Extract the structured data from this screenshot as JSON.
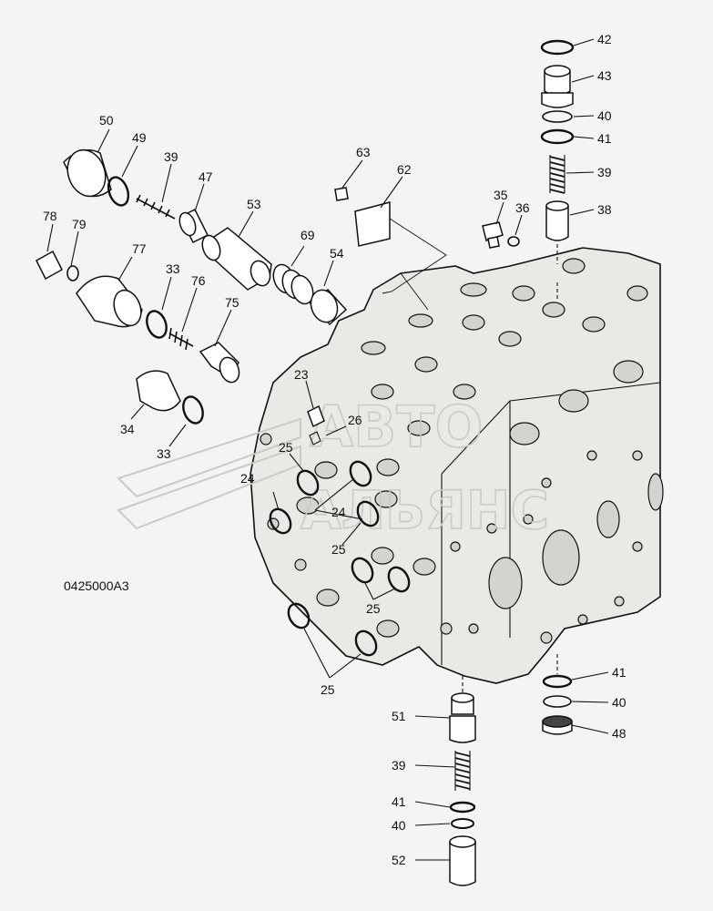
{
  "drawing_code": "0425000A3",
  "watermark": {
    "line1": "АВТО",
    "line2": "АЛЬЯНС"
  },
  "callouts": [
    {
      "id": "c42a",
      "text": "42"
    },
    {
      "id": "c43",
      "text": "43"
    },
    {
      "id": "c40a",
      "text": "40"
    },
    {
      "id": "c41a",
      "text": "41"
    },
    {
      "id": "c39a",
      "text": "39"
    },
    {
      "id": "c38",
      "text": "38"
    },
    {
      "id": "c35",
      "text": "35"
    },
    {
      "id": "c36",
      "text": "36"
    },
    {
      "id": "c50",
      "text": "50"
    },
    {
      "id": "c49",
      "text": "49"
    },
    {
      "id": "c39b",
      "text": "39"
    },
    {
      "id": "c47",
      "text": "47"
    },
    {
      "id": "c53",
      "text": "53"
    },
    {
      "id": "c63",
      "text": "63"
    },
    {
      "id": "c62",
      "text": "62"
    },
    {
      "id": "c78",
      "text": "78"
    },
    {
      "id": "c79",
      "text": "79"
    },
    {
      "id": "c77",
      "text": "77"
    },
    {
      "id": "c33a",
      "text": "33"
    },
    {
      "id": "c76",
      "text": "76"
    },
    {
      "id": "c69",
      "text": "69"
    },
    {
      "id": "c54",
      "text": "54"
    },
    {
      "id": "c75",
      "text": "75"
    },
    {
      "id": "c23",
      "text": "23"
    },
    {
      "id": "c34",
      "text": "34"
    },
    {
      "id": "c26",
      "text": "26"
    },
    {
      "id": "c33b",
      "text": "33"
    },
    {
      "id": "c25a",
      "text": "25"
    },
    {
      "id": "c24a",
      "text": "24"
    },
    {
      "id": "c24b",
      "text": "24"
    },
    {
      "id": "c25b",
      "text": "25"
    },
    {
      "id": "c25c",
      "text": "25"
    },
    {
      "id": "c25d",
      "text": "25"
    },
    {
      "id": "c41b",
      "text": "41"
    },
    {
      "id": "c40b",
      "text": "40"
    },
    {
      "id": "c48",
      "text": "48"
    },
    {
      "id": "c51",
      "text": "51"
    },
    {
      "id": "c39c",
      "text": "39"
    },
    {
      "id": "c41c",
      "text": "41"
    },
    {
      "id": "c40c",
      "text": "40"
    },
    {
      "id": "c52",
      "text": "52"
    }
  ]
}
